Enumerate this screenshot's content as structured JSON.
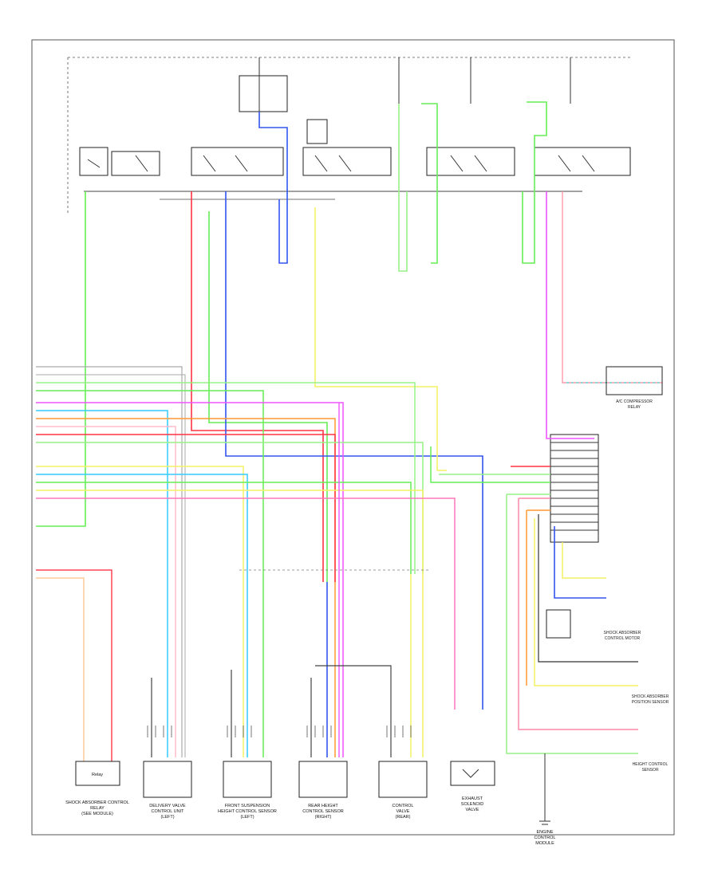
{
  "modules": {
    "a": {
      "label": "Relay",
      "caption": [
        "SHOCK ABSORBER CONTROL",
        "RELAY",
        "(SEE MODULE)"
      ]
    },
    "b": {
      "label": "",
      "caption": [
        "DELIVERY VALVE",
        "CONTROL UNIT",
        "(LEFT)"
      ]
    },
    "c": {
      "label": "",
      "caption": [
        "FRONT SUSPENSION",
        "HEIGHT CONTROL SENSOR",
        "(LEFT)"
      ]
    },
    "d": {
      "label": "",
      "caption": [
        "REAR HEIGHT",
        "CONTROL SENSOR",
        "(RIGHT)"
      ]
    },
    "e": {
      "label": "",
      "caption": [
        "CONTROL",
        "VALVE",
        "(REAR)"
      ]
    },
    "f": {
      "label": "",
      "caption": [
        "EXHAUST",
        "SOLENOID",
        "VALVE"
      ]
    },
    "g": {
      "label": "",
      "caption": [
        "ENGINE",
        "CONTROL",
        "MODULE"
      ]
    }
  },
  "right_labels": {
    "compressor": [
      "A/C COMPRESSOR",
      "RELAY"
    ],
    "motor": [
      "SHOCK ABSORBER",
      "CONTROL MOTOR"
    ],
    "sensor1": [
      "SHOCK ABSORBER",
      "POSITION SENSOR"
    ],
    "sensor2": [
      "HEIGHT CONTROL",
      "SENSOR"
    ]
  },
  "wire_colors": {
    "green": "#66ee55",
    "pink": "#ff77bb",
    "red": "#ff3344",
    "orange": "#ff9933",
    "yellow": "#f4f266",
    "blue": "#3355ee",
    "cyan": "#33ccff",
    "light_green": "#99f088",
    "magenta": "#ee55ff",
    "peach": "#ffcc99",
    "ground": "#333333"
  }
}
